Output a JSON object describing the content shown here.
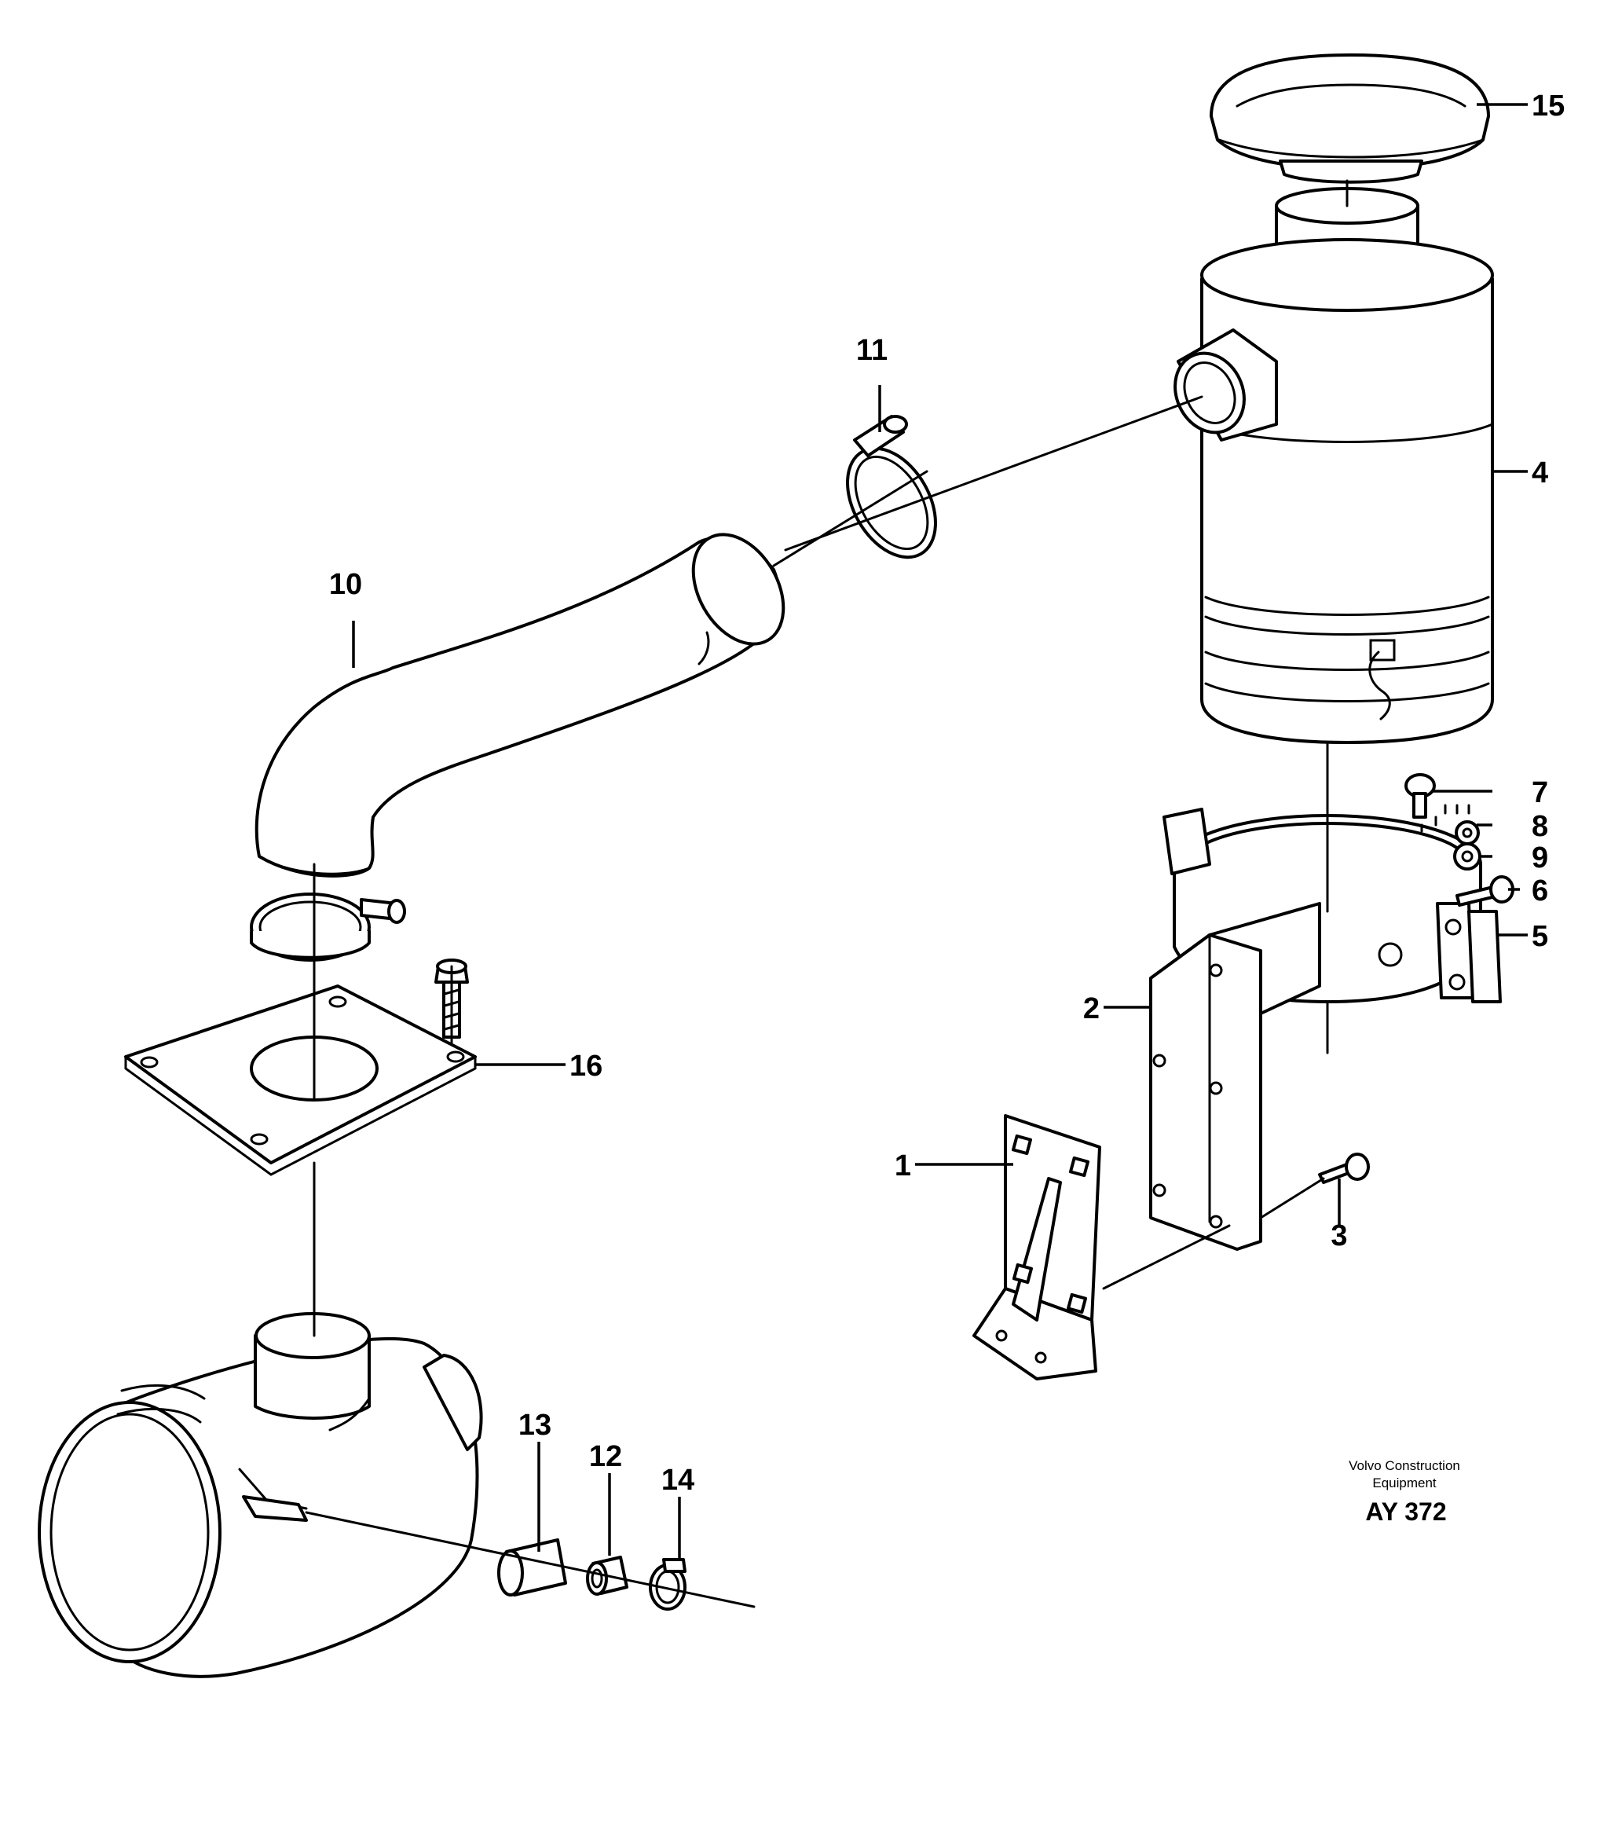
{
  "callouts": {
    "c1": "1",
    "c2": "2",
    "c3": "3",
    "c4": "4",
    "c5": "5",
    "c6": "6",
    "c7": "7",
    "c8": "8",
    "c9": "9",
    "c10": "10",
    "c11": "11",
    "c12": "12",
    "c13": "13",
    "c14": "14",
    "c15": "15",
    "c16": "16"
  },
  "footer": {
    "credit_line1": "Volvo Construction",
    "credit_line2": "Equipment",
    "code": "AY 372"
  }
}
